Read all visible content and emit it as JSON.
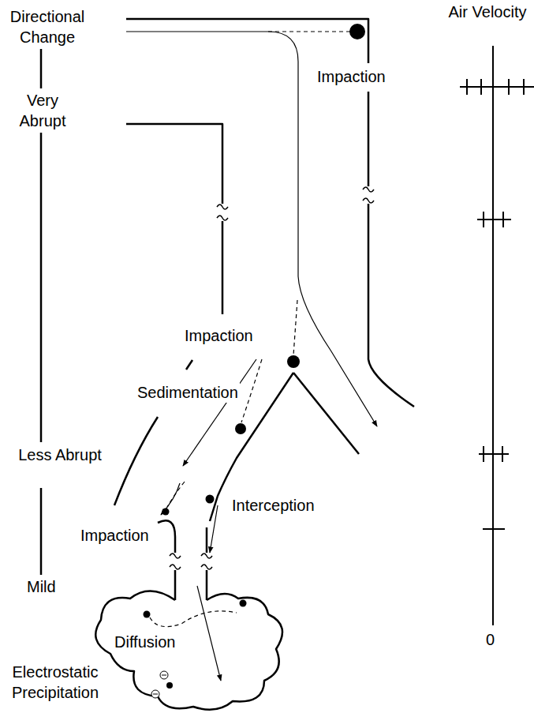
{
  "diagram": {
    "labels": [
      "Directional Change",
      "Air Velocity",
      "Very Abrupt",
      "Impaction",
      "Impaction",
      "Sedimentation",
      "Less Abrupt",
      "Interception",
      "Impaction",
      "Mild",
      "Diffusion",
      "0",
      "Electrostatic Precipitation"
    ]
  }
}
